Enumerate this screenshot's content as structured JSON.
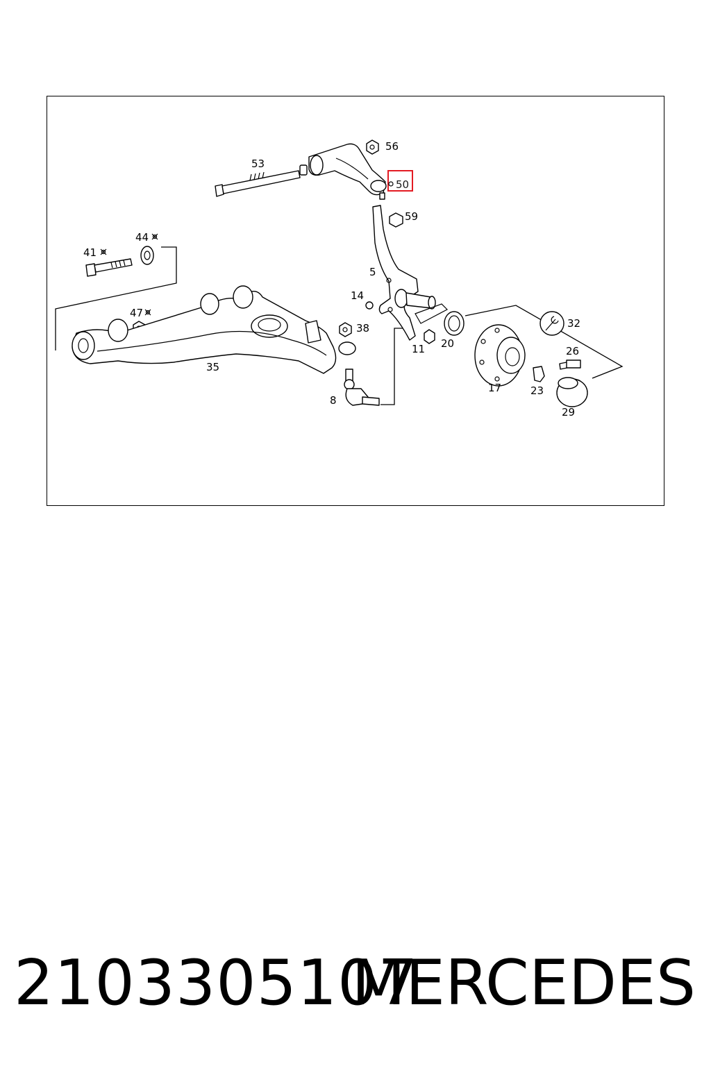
{
  "callouts": {
    "c53": "53",
    "c56": "56",
    "c50": "50",
    "c59": "59",
    "c41": "41",
    "c44": "44",
    "c5": "5",
    "c14": "14",
    "c47": "47",
    "c38": "38",
    "c32": "32",
    "c11": "11",
    "c20": "20",
    "c26": "26",
    "c35": "35",
    "c17": "17",
    "c23": "23",
    "c8": "8",
    "c29": "29"
  },
  "highlight": {
    "part": "50",
    "color": "#e31b23"
  },
  "footer": {
    "part_number": "2103305107",
    "brand": "MERCEDES"
  }
}
